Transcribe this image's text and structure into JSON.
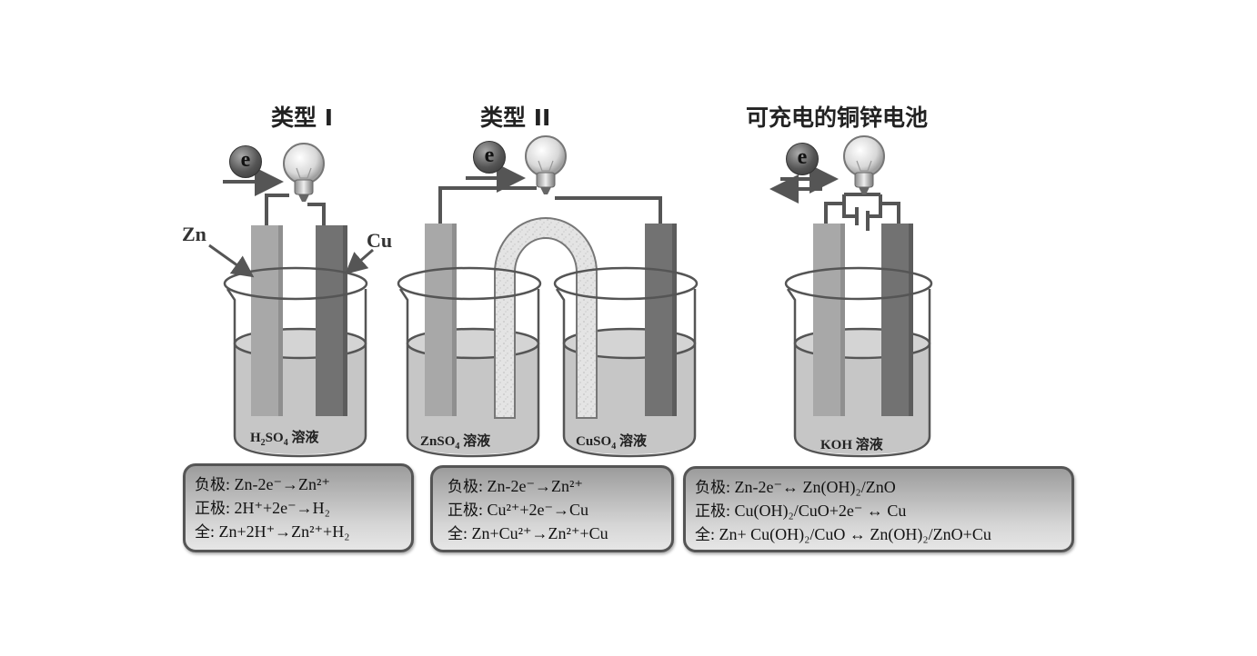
{
  "panels": [
    {
      "title": "类型 I",
      "electron_label": "e",
      "electrode_labels": {
        "left": "Zn",
        "right": "Cu"
      },
      "solution": {
        "formula": "H",
        "sub1": "2",
        "mid": "SO",
        "sub2": "4",
        "suffix": " 溶液"
      },
      "equations": [
        {
          "label": "负极",
          "text": ": Zn-2e⁻→Zn²⁺"
        },
        {
          "label": "正极",
          "text": ": 2H⁺+2e⁻→H₂"
        },
        {
          "label": "全",
          "text": ": Zn+2H⁺→Zn²⁺+H₂"
        }
      ]
    },
    {
      "title": "类型 II",
      "electron_label": "e",
      "solutions": [
        {
          "formula": "ZnSO",
          "sub": "4",
          "suffix": " 溶液"
        },
        {
          "formula": "CuSO",
          "sub": "4",
          "suffix": " 溶液"
        }
      ],
      "equations": [
        {
          "label": "负极",
          "text": ": Zn-2e⁻→Zn²⁺"
        },
        {
          "label": "正极",
          "text": ": Cu²⁺+2e⁻→Cu"
        },
        {
          "label": "全",
          "text": ": Zn+Cu²⁺→Zn²⁺+Cu"
        }
      ]
    },
    {
      "title": "可充电的铜锌电池",
      "electron_label": "e",
      "solution": {
        "formula": "KOH",
        "suffix": " 溶液"
      },
      "equations": [
        {
          "label": "负极",
          "text": ": Zn-2e⁻↔ Zn(OH)₂/ZnO"
        },
        {
          "label": "正极",
          "text": ": Cu(OH)₂/CuO+2e⁻ ↔ Cu"
        },
        {
          "label": "全",
          "text": ": Zn+ Cu(OH)₂/CuO ↔ Zn(OH)₂/ZnO+Cu"
        }
      ]
    }
  ],
  "colors": {
    "zn_electrode": "#a8a8a8",
    "cu_electrode": "#727272",
    "solution": "#c4c4c4",
    "wire": "#555555",
    "salt_bridge": "#e2e2e2"
  }
}
